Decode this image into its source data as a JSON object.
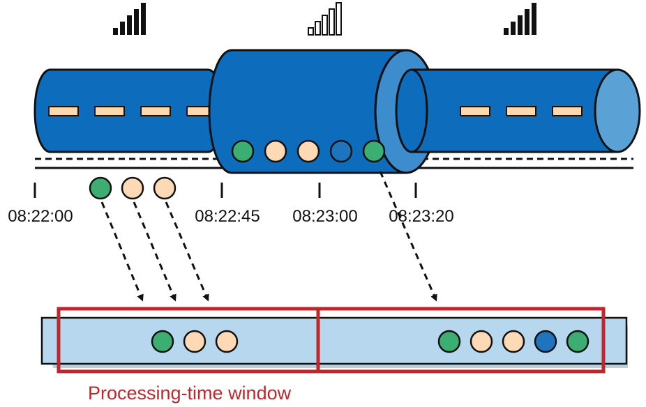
{
  "colors": {
    "pipe_blue": "#0e6cbc",
    "pipe_blue_dark": "#0a4f8e",
    "pipe_end": "#5aa1d6",
    "dash_fill": "#fcd9ad",
    "event_green": "#3dae72",
    "event_peach": "#fdd9b5",
    "event_blue": "#1e74bd",
    "window_bg": "#b6d7ee",
    "window_border": "#c0272d",
    "caption": "#c0272d"
  },
  "signal_icons": [
    {
      "name": "signal-strong-icon",
      "style": "filled"
    },
    {
      "name": "signal-weak-icon",
      "style": "outline"
    },
    {
      "name": "signal-strong-icon",
      "style": "filled"
    }
  ],
  "timeline": {
    "ticks": [
      {
        "label": "08:22:00"
      },
      {
        "label": "08:22:45"
      },
      {
        "label": "08:23:00"
      },
      {
        "label": "08:23:20"
      }
    ]
  },
  "delayed_events": [
    "green",
    "peach",
    "peach"
  ],
  "buffered_events": [
    "green",
    "peach",
    "peach",
    "blue",
    "green"
  ],
  "windows": [
    {
      "name": "window-1",
      "events": [
        "green",
        "peach",
        "peach"
      ]
    },
    {
      "name": "window-2",
      "events": [
        "green",
        "peach",
        "peach",
        "blue",
        "green"
      ]
    }
  ],
  "caption": "Processing-time window"
}
